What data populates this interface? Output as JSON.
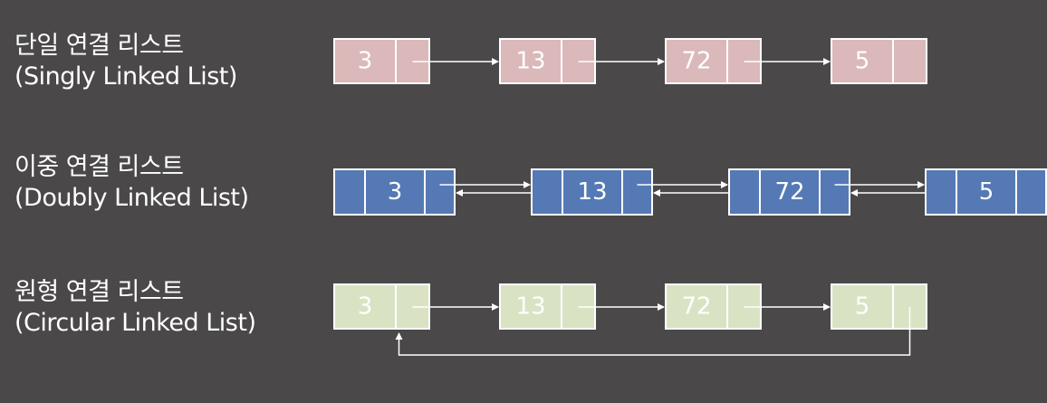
{
  "colors": {
    "background": "#4a4849",
    "singly_fill": "#dbb8b9",
    "doubly_fill": "#5579b5",
    "circular_fill": "#d9e3c4",
    "arrow": "#ffffff",
    "text": "#ffffff"
  },
  "lists": {
    "singly": {
      "title_ko": "단일 연결 리스트",
      "title_en": "(Singly Linked List)",
      "values": [
        "3",
        "13",
        "72",
        "5"
      ]
    },
    "doubly": {
      "title_ko": "이중 연결 리스트",
      "title_en": "(Doubly Linked List)",
      "values": [
        "3",
        "13",
        "72",
        "5"
      ]
    },
    "circular": {
      "title_ko": "원형 연결 리스트",
      "title_en": "(Circular Linked List)",
      "values": [
        "3",
        "13",
        "72",
        "5"
      ]
    }
  }
}
